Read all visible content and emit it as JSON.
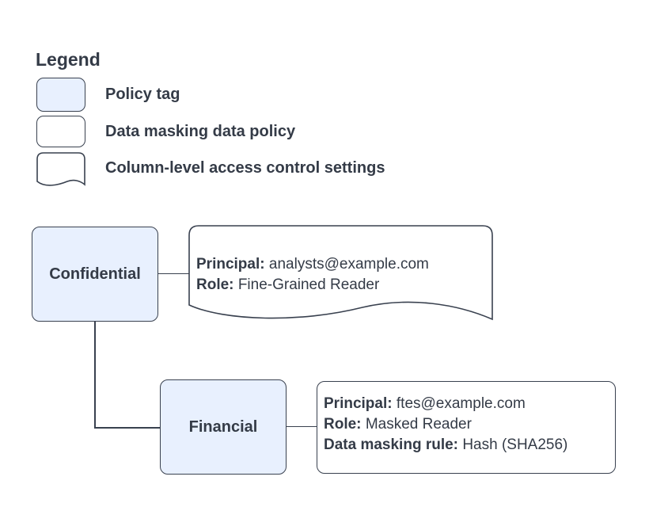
{
  "legend": {
    "title": "Legend",
    "items": [
      {
        "label": "Policy tag",
        "swatch": "policy-tag-swatch"
      },
      {
        "label": "Data masking data policy",
        "swatch": "data-policy-swatch"
      },
      {
        "label": "Column-level access control settings",
        "swatch": "column-access-swatch"
      }
    ]
  },
  "nodes": {
    "confidential": {
      "label": "Confidential",
      "type": "policy-tag"
    },
    "financial": {
      "label": "Financial",
      "type": "policy-tag"
    }
  },
  "policies": {
    "analysts": {
      "type": "column-level-access-control-settings",
      "lines": [
        {
          "label": "Principal:",
          "value": "analysts@example.com"
        },
        {
          "label": "Role:",
          "value": "Fine-Grained Reader"
        }
      ]
    },
    "ftes": {
      "type": "data-masking-data-policy",
      "lines": [
        {
          "label": "Principal:",
          "value": "ftes@example.com"
        },
        {
          "label": "Role:",
          "value": "Masked Reader"
        },
        {
          "label": "Data masking rule:",
          "value": "Hash (SHA256)"
        }
      ]
    }
  },
  "colors": {
    "policy_tag_fill": "#e8f0fe",
    "shape_stroke": "#39414f",
    "text": "#343b47",
    "background": "#ffffff"
  }
}
